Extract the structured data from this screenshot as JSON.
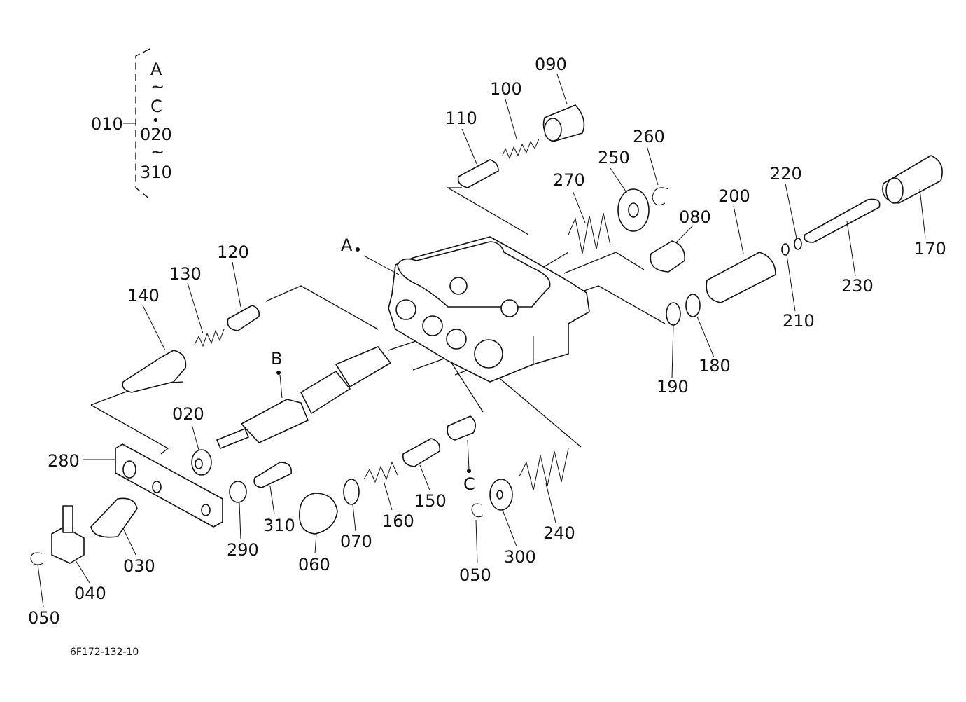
{
  "drawing_id": "6F172-132-10",
  "bracket": {
    "parent": "010",
    "lines": [
      "A",
      "~",
      "C",
      "•",
      "020",
      "~",
      "310"
    ]
  },
  "callouts": {
    "A": "A",
    "B": "B",
    "C": "C",
    "c010": "010",
    "c020": "020",
    "c030": "030",
    "c040": "040",
    "c050a": "050",
    "c050b": "050",
    "c060": "060",
    "c070": "070",
    "c080": "080",
    "c090": "090",
    "c100": "100",
    "c110": "110",
    "c120": "120",
    "c130": "130",
    "c140": "140",
    "c150": "150",
    "c160": "160",
    "c170": "170",
    "c180": "180",
    "c190": "190",
    "c200": "200",
    "c210": "210",
    "c220": "220",
    "c230": "230",
    "c240": "240",
    "c250": "250",
    "c260": "260",
    "c270": "270",
    "c280": "280",
    "c290": "290",
    "c300": "300",
    "c310": "310"
  }
}
